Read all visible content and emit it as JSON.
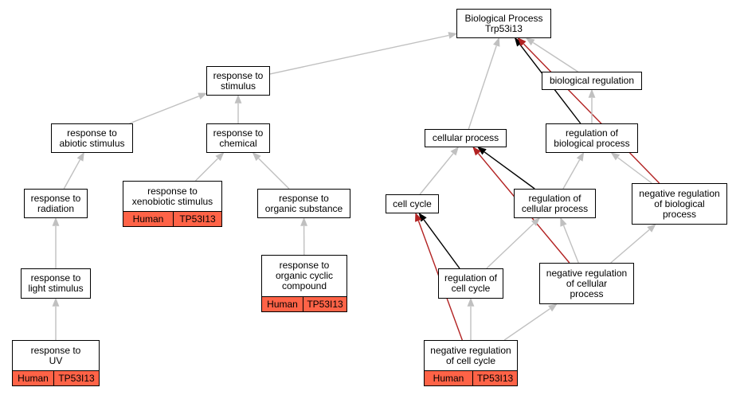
{
  "colors": {
    "is_a": "#c0c0c0",
    "part_of": "#000000",
    "regulates": "#b22222",
    "annotation_fill": "#ff6347"
  },
  "nodes": {
    "bp": {
      "label": "Biological Process\nTrp53i13"
    },
    "rts": {
      "label": "response to\nstimulus"
    },
    "breg": {
      "label": "biological regulation"
    },
    "rabs": {
      "label": "response to\nabiotic stimulus"
    },
    "rchem": {
      "label": "response to\nchemical"
    },
    "cp": {
      "label": "cellular process"
    },
    "rbp": {
      "label": "regulation of\nbiological process"
    },
    "rrad": {
      "label": "response to\nradiation"
    },
    "rxen": {
      "label": "response to\nxenobiotic stimulus",
      "organism": "Human",
      "gene": "TP53I13"
    },
    "ros": {
      "label": "response to\norganic substance"
    },
    "cc": {
      "label": "cell cycle"
    },
    "rcp": {
      "label": "regulation of\ncellular process"
    },
    "nrbp": {
      "label": "negative regulation\nof biological\nprocess"
    },
    "roc": {
      "label": "response to\norganic cyclic\ncompound",
      "organism": "Human",
      "gene": "TP53I13"
    },
    "rls": {
      "label": "response to\nlight stimulus"
    },
    "rcc": {
      "label": "regulation of\ncell cycle"
    },
    "nrcp": {
      "label": "negative regulation\nof cellular\nprocess"
    },
    "ruv": {
      "label": "response to\nUV",
      "organism": "Human",
      "gene": "TP53I13"
    },
    "nrcc": {
      "label": "negative regulation\nof cell cycle",
      "organism": "Human",
      "gene": "TP53I13"
    }
  },
  "edges": [
    {
      "from": "rts",
      "to": "bp",
      "type": "is_a"
    },
    {
      "from": "breg",
      "to": "bp",
      "type": "is_a"
    },
    {
      "from": "cp",
      "to": "bp",
      "type": "is_a"
    },
    {
      "from": "rbp",
      "to": "bp",
      "type": "part_of"
    },
    {
      "from": "nrbp",
      "to": "bp",
      "type": "regulates"
    },
    {
      "from": "rabs",
      "to": "rts",
      "type": "is_a"
    },
    {
      "from": "rchem",
      "to": "rts",
      "type": "is_a"
    },
    {
      "from": "rbp",
      "to": "breg",
      "type": "is_a"
    },
    {
      "from": "rrad",
      "to": "rabs",
      "type": "is_a"
    },
    {
      "from": "rxen",
      "to": "rchem",
      "type": "is_a"
    },
    {
      "from": "ros",
      "to": "rchem",
      "type": "is_a"
    },
    {
      "from": "cc",
      "to": "cp",
      "type": "is_a"
    },
    {
      "from": "rcp",
      "to": "cp",
      "type": "part_of"
    },
    {
      "from": "nrcp",
      "to": "cp",
      "type": "regulates"
    },
    {
      "from": "rcp",
      "to": "rbp",
      "type": "is_a"
    },
    {
      "from": "nrbp",
      "to": "rbp",
      "type": "is_a"
    },
    {
      "from": "roc",
      "to": "ros",
      "type": "is_a"
    },
    {
      "from": "rls",
      "to": "rrad",
      "type": "is_a"
    },
    {
      "from": "ruv",
      "to": "rls",
      "type": "is_a"
    },
    {
      "from": "rcc",
      "to": "cc",
      "type": "part_of"
    },
    {
      "from": "nrcc",
      "to": "cc",
      "type": "regulates"
    },
    {
      "from": "rcc",
      "to": "rcp",
      "type": "is_a"
    },
    {
      "from": "nrcp",
      "to": "rcp",
      "type": "is_a"
    },
    {
      "from": "nrcp",
      "to": "nrbp",
      "type": "is_a"
    },
    {
      "from": "nrcc",
      "to": "rcc",
      "type": "is_a"
    },
    {
      "from": "nrcc",
      "to": "nrcp",
      "type": "is_a"
    }
  ]
}
